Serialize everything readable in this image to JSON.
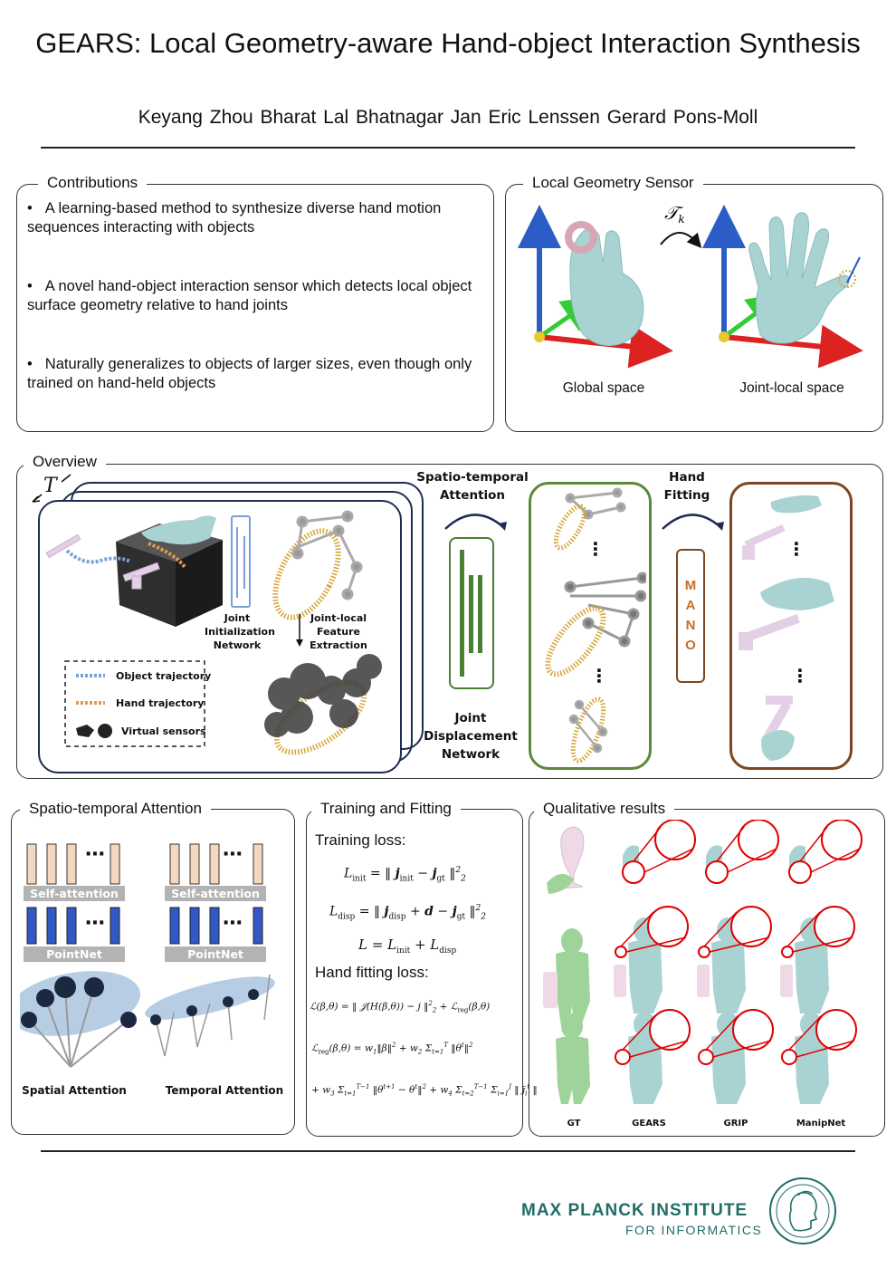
{
  "title": "GEARS: Local Geometry-aware Hand-object Interaction Synthesis",
  "authors": "Keyang Zhou  Bharat Lal Bhatnagar  Jan Eric Lenssen  Gerard Pons-Moll",
  "contributions": {
    "heading": "Contributions",
    "items": [
      "A learning-based method to synthesize diverse hand motion sequences interacting with objects",
      "A novel hand-object interaction sensor which detects local object surface geometry relative to hand joints",
      "Naturally generalizes to objects of larger sizes, even though only trained on hand-held objects"
    ]
  },
  "sensor": {
    "heading": "Local Geometry Sensor",
    "transform": "𝒯",
    "transform_sub": "k",
    "global_label": "Global space",
    "local_label": "Joint-local space"
  },
  "overview": {
    "heading": "Overview",
    "time_symbol": "T",
    "joint_init": "Joint Initialization Network",
    "joint_local": "Joint-local Feature Extraction",
    "legend": [
      "Object trajectory",
      "Hand trajectory",
      "Virtual sensors"
    ],
    "st_attention": "Spatio-temporal Attention",
    "joint_disp": "Joint Displacement Network",
    "hand_fitting": "Hand Fitting",
    "mano_letters": [
      "M",
      "A",
      "N",
      "O"
    ],
    "dots": "⋮"
  },
  "sta_panel": {
    "heading": "Spatio-temporal Attention",
    "self_attention": "Self-attention",
    "pointnet": "PointNet",
    "hdots": "⋯",
    "spatial": "Spatial Attention",
    "temporal": "Temporal Attention"
  },
  "training": {
    "heading": "Training and Fitting",
    "training_loss": "Training loss:",
    "hand_fitting_loss": "Hand fitting loss:"
  },
  "qualitative": {
    "heading": "Qualitative results",
    "columns": [
      "GT",
      "GEARS",
      "GRIP",
      "ManipNet"
    ]
  },
  "footer": {
    "institute": "MAX PLANCK INSTITUTE",
    "sub": "FOR INFORMATICS"
  },
  "colors": {
    "navy": "#1d2c50",
    "green_frame": "#5b8a3a",
    "brown_frame": "#7a4722",
    "mpi_teal": "#1f6e67",
    "hand": "#a9d3d3",
    "object_pink": "#e8c6d4"
  }
}
